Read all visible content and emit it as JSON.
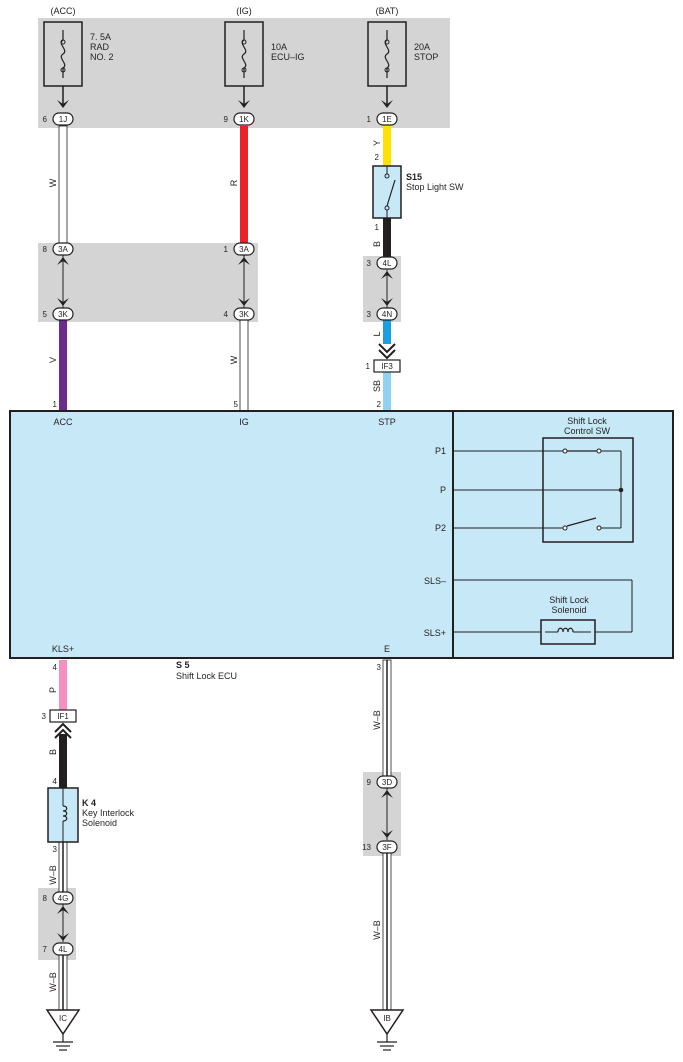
{
  "sources": [
    {
      "supply": "(ACC)",
      "fuse": [
        "7. 5A",
        "RAD",
        "NO. 2"
      ],
      "pin": "6",
      "conn": "1J"
    },
    {
      "supply": "(IG)",
      "fuse": [
        "10A",
        "ECU–IG"
      ],
      "pin": "9",
      "conn": "1K"
    },
    {
      "supply": "(BAT)",
      "fuse": [
        "20A",
        "STOP"
      ],
      "pin": "1",
      "conn": "1E"
    }
  ],
  "wires": {
    "acc_top": "W",
    "ig_top": "R",
    "bat_top": "Y",
    "stop_out": "B",
    "stp_mid": "L",
    "stp_low": "SB",
    "acc_low": "V",
    "ig_low": "W",
    "kls": "P",
    "k4_in": "B",
    "k4_out": "W–B",
    "k4_gnd": "W–B",
    "e_top": "W–B",
    "e_bot": "W–B"
  },
  "stop_switch": {
    "code": "S15",
    "name": "Stop Light SW",
    "pin_in": "2",
    "pin_out": "1"
  },
  "junctions": {
    "j3a_acc_pin": "8",
    "j3a_ig_pin": "1",
    "j3a": "3A",
    "j3k_acc_pin": "5",
    "j3k_ig_pin": "4",
    "j3k": "3K",
    "j4l_pin": "3",
    "j4l": "4L",
    "j4n_pin": "3",
    "j4n": "4N",
    "if3_pin": "1",
    "if3": "IF3",
    "if1_pin": "3",
    "if1": "IF1",
    "j3d_pin": "9",
    "j3d": "3D",
    "j3f_pin": "13",
    "j3f": "3F",
    "j4g_pin": "8",
    "j4g": "4G",
    "j4l2_pin": "7",
    "j4l2": "4L"
  },
  "ecu": {
    "code": "S 5",
    "name": "Shift Lock ECU",
    "pins": {
      "acc_num": "1",
      "acc": "ACC",
      "ig_num": "5",
      "ig": "IG",
      "stp_num": "2",
      "stp": "STP",
      "kls": "KLS+",
      "kls_num": "4",
      "e": "E",
      "e_num": "3"
    },
    "right": {
      "p1": "P1",
      "p": "P",
      "p2": "P2",
      "sls_minus": "SLS–",
      "sls_plus": "SLS+"
    },
    "control_sw": [
      "Shift Lock",
      "Control SW"
    ],
    "solenoid": [
      "Shift Lock",
      "Solenoid"
    ]
  },
  "k4": {
    "code": "K 4",
    "name": [
      "Key Interlock",
      "Solenoid"
    ],
    "pin_in": "4",
    "pin_out": "3"
  },
  "grounds": {
    "left": "IC",
    "right": "IB"
  },
  "colors": {
    "gray_block": "#d4d4d4",
    "ecu_fill": "#c7e8f7",
    "wire_w": "#ffffff",
    "wire_r": "#e8232a",
    "wire_y": "#ffe000",
    "wire_b": "#231f20",
    "wire_l": "#1aa0e0",
    "wire_sb": "#8fd3f2",
    "wire_v": "#6a2b8a",
    "wire_p": "#f48fbf"
  }
}
